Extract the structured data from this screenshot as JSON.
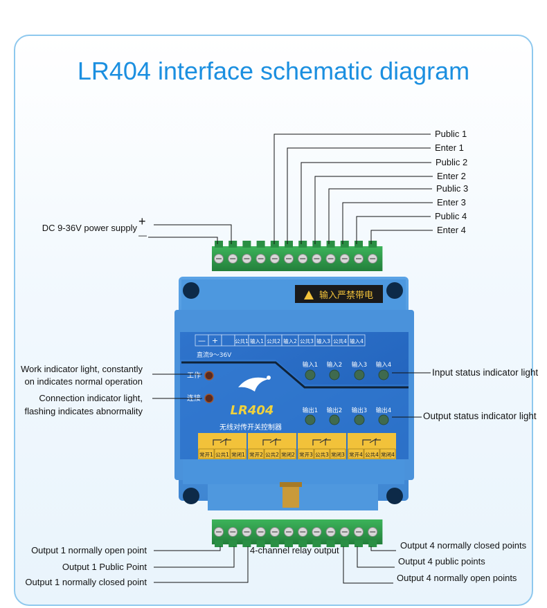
{
  "title": "LR404 interface schematic diagram",
  "device": {
    "model": "LR404",
    "warning": "输入严禁带电",
    "subtitle": "无线对传开关控制器",
    "power_label": "直流9～36V",
    "top_terminals": [
      "—",
      "+",
      "",
      "公共1",
      "输入1",
      "公共2",
      "输入2",
      "公共3",
      "输入3",
      "公共4",
      "输入4"
    ],
    "input_leds": [
      "输入1",
      "输入2",
      "输入3",
      "输入4"
    ],
    "output_leds": [
      "输出1",
      "输出2",
      "输出3",
      "输出4"
    ],
    "work_led": "工作",
    "link_led": "连接",
    "bottom_terminals": [
      "常开1",
      "公共1",
      "常闭1",
      "常开2",
      "公共2",
      "常闭2",
      "常开3",
      "公共3",
      "常闭3",
      "常开4",
      "公共4",
      "常闭4"
    ],
    "colors": {
      "body": "#4a94dd",
      "panel": "#2a6cc4",
      "terminal": "#2e9e4a",
      "relay": "#f2c23a",
      "led": "#3f6a4f"
    }
  },
  "labels": {
    "top_right": [
      "Public 1",
      "Enter 1",
      "Public 2",
      "Enter 2",
      "Public 3",
      "Enter 3",
      "Public 4",
      "Enter 4"
    ],
    "power": "DC 9-36V power supply",
    "plus": "+",
    "minus": "—",
    "work_indicator": [
      "Work indicator light, constantly",
      "on indicates normal operation"
    ],
    "connection_indicator": [
      "Connection indicator light,",
      "flashing indicates abnormality"
    ],
    "input_status": "Input status indicator light",
    "output_status": "Output status indicator light",
    "bottom_left": [
      "Output 1 normally open point",
      "Output 1 Public Point",
      "Output 1 normally closed point"
    ],
    "relay_output": "4-channel relay output",
    "bottom_right": [
      "Output 4 normally closed points",
      "Output 4 public points",
      "Output 4 normally open points"
    ]
  }
}
